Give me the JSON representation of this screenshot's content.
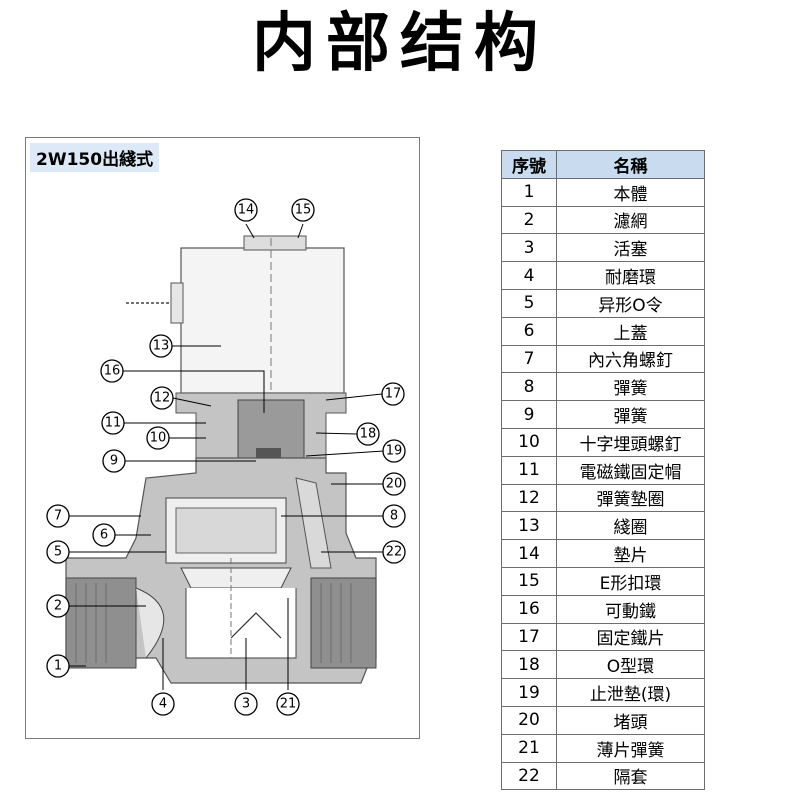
{
  "title": "内部结构",
  "diagram": {
    "label": "2W150出綫式",
    "callouts": [
      "14",
      "15",
      "13",
      "16",
      "12",
      "17",
      "11",
      "18",
      "10",
      "19",
      "9",
      "20",
      "7",
      "8",
      "6",
      "5",
      "22",
      "2",
      "1",
      "4",
      "3",
      "21"
    ]
  },
  "table": {
    "headers": [
      "序號",
      "名稱"
    ],
    "rows": [
      [
        "1",
        "本體"
      ],
      [
        "2",
        "濾網"
      ],
      [
        "3",
        "活塞"
      ],
      [
        "4",
        "耐磨環"
      ],
      [
        "5",
        "异形O令"
      ],
      [
        "6",
        "上蓋"
      ],
      [
        "7",
        "內六角螺釘"
      ],
      [
        "8",
        "彈簧"
      ],
      [
        "9",
        "彈簧"
      ],
      [
        "10",
        "十字埋頭螺釘"
      ],
      [
        "11",
        "電磁鐵固定帽"
      ],
      [
        "12",
        "彈簧墊圈"
      ],
      [
        "13",
        "綫圈"
      ],
      [
        "14",
        "墊片"
      ],
      [
        "15",
        "E形扣環"
      ],
      [
        "16",
        "可動鐵"
      ],
      [
        "17",
        "固定鐵片"
      ],
      [
        "18",
        "O型環"
      ],
      [
        "19",
        "止泄墊(環)"
      ],
      [
        "20",
        "堵頭"
      ],
      [
        "21",
        "薄片彈簧"
      ],
      [
        "22",
        "隔套"
      ]
    ]
  },
  "colors": {
    "body": "#c4c4c4",
    "body_dark": "#8f8f8f",
    "header_bg": "#c9dcef",
    "label_bg": "#dde9f6"
  }
}
